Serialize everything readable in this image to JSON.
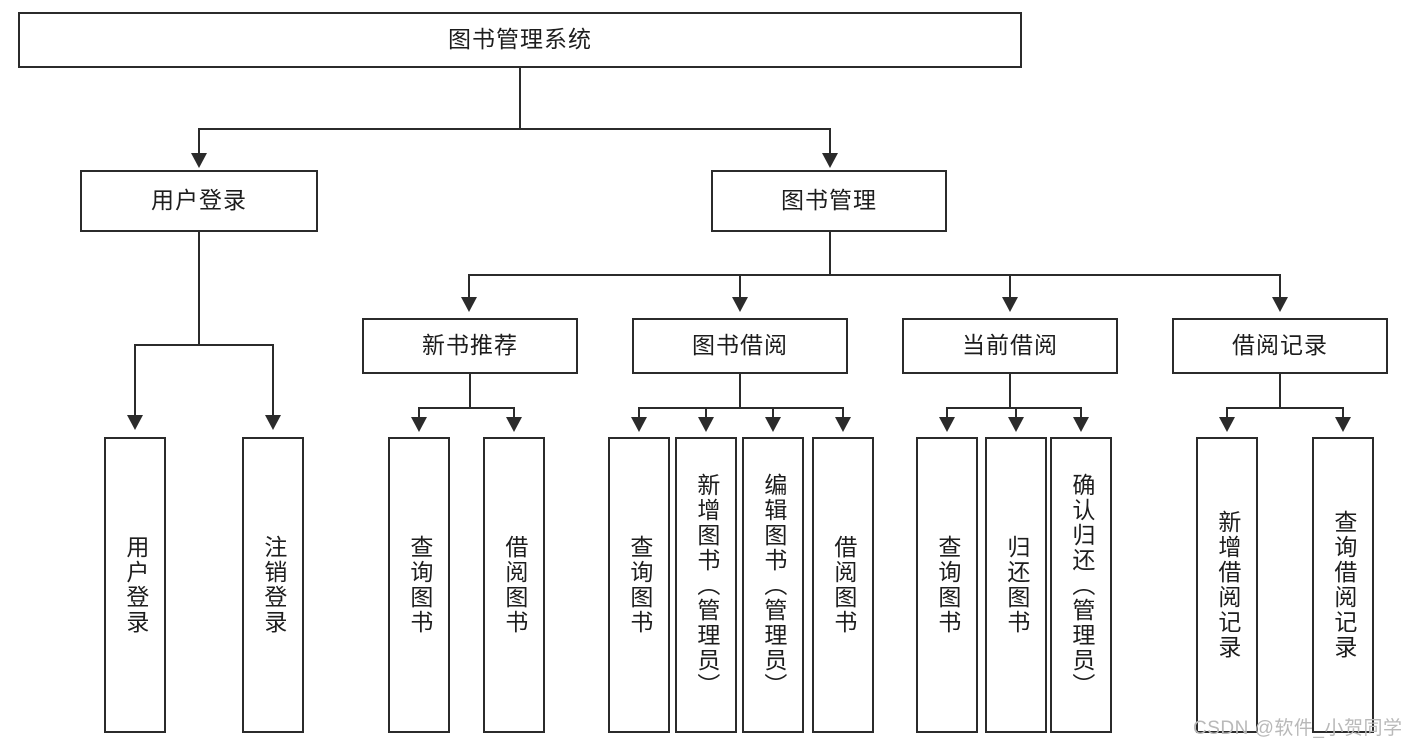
{
  "diagram": {
    "title": "图书管理系统",
    "type": "hierarchy-tree",
    "root": {
      "label": "图书管理系统"
    },
    "level2": [
      {
        "label": "用户登录"
      },
      {
        "label": "图书管理"
      }
    ],
    "level3": [
      {
        "label": "新书推荐"
      },
      {
        "label": "图书借阅"
      },
      {
        "label": "当前借阅"
      },
      {
        "label": "借阅记录"
      }
    ],
    "leaves": {
      "user_login": [
        {
          "label": "用户登录"
        },
        {
          "label": "注销登录"
        }
      ],
      "new_book_recommend": [
        {
          "label": "查询图书"
        },
        {
          "label": "借阅图书"
        }
      ],
      "book_borrow": [
        {
          "label": "查询图书"
        },
        {
          "label": "新增图书（管理员）"
        },
        {
          "label": "编辑图书（管理员）"
        },
        {
          "label": "借阅图书"
        }
      ],
      "current_borrow": [
        {
          "label": "查询图书"
        },
        {
          "label": "归还图书"
        },
        {
          "label": "确认归还（管理员）"
        }
      ],
      "borrow_record": [
        {
          "label": "新增借阅记录"
        },
        {
          "label": "查询借阅记录"
        }
      ]
    }
  },
  "watermark": {
    "text": "CSDN @软件_小贺同学"
  },
  "colors": {
    "line": "#2b2b2b",
    "text": "#1d1d1d",
    "background": "#ffffff",
    "watermark": "#b9b9b9"
  }
}
